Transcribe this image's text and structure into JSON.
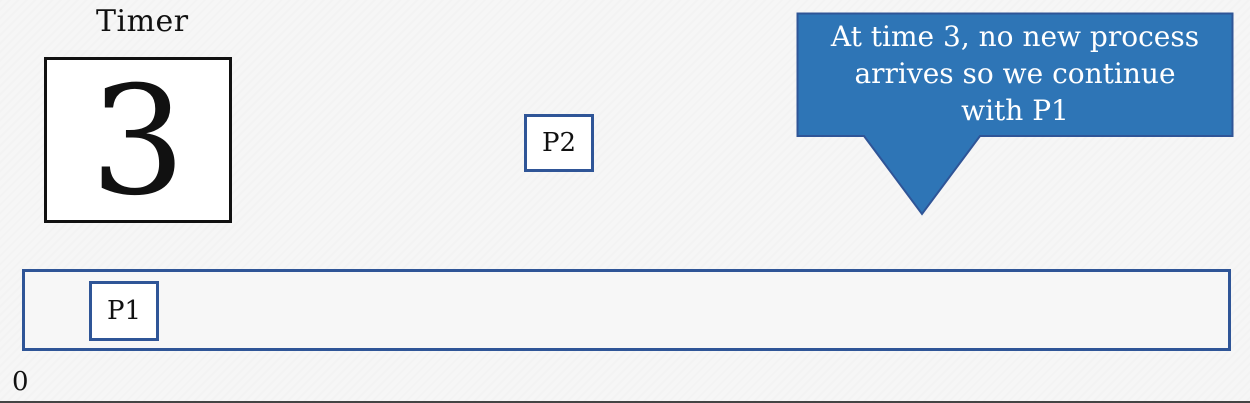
{
  "timer": {
    "label": "Timer",
    "value": "3"
  },
  "processes": {
    "waiting": "P2",
    "in_queue": "P1"
  },
  "axis": {
    "start_label": "0"
  },
  "callout": {
    "line1": "At time 3, no new process",
    "line2": "arrives so we continue",
    "line3": "with P1",
    "fill_color": "#2e75b6",
    "border_color": "#2f5597"
  },
  "colors": {
    "process_border": "#2f5597",
    "text": "#111111"
  }
}
